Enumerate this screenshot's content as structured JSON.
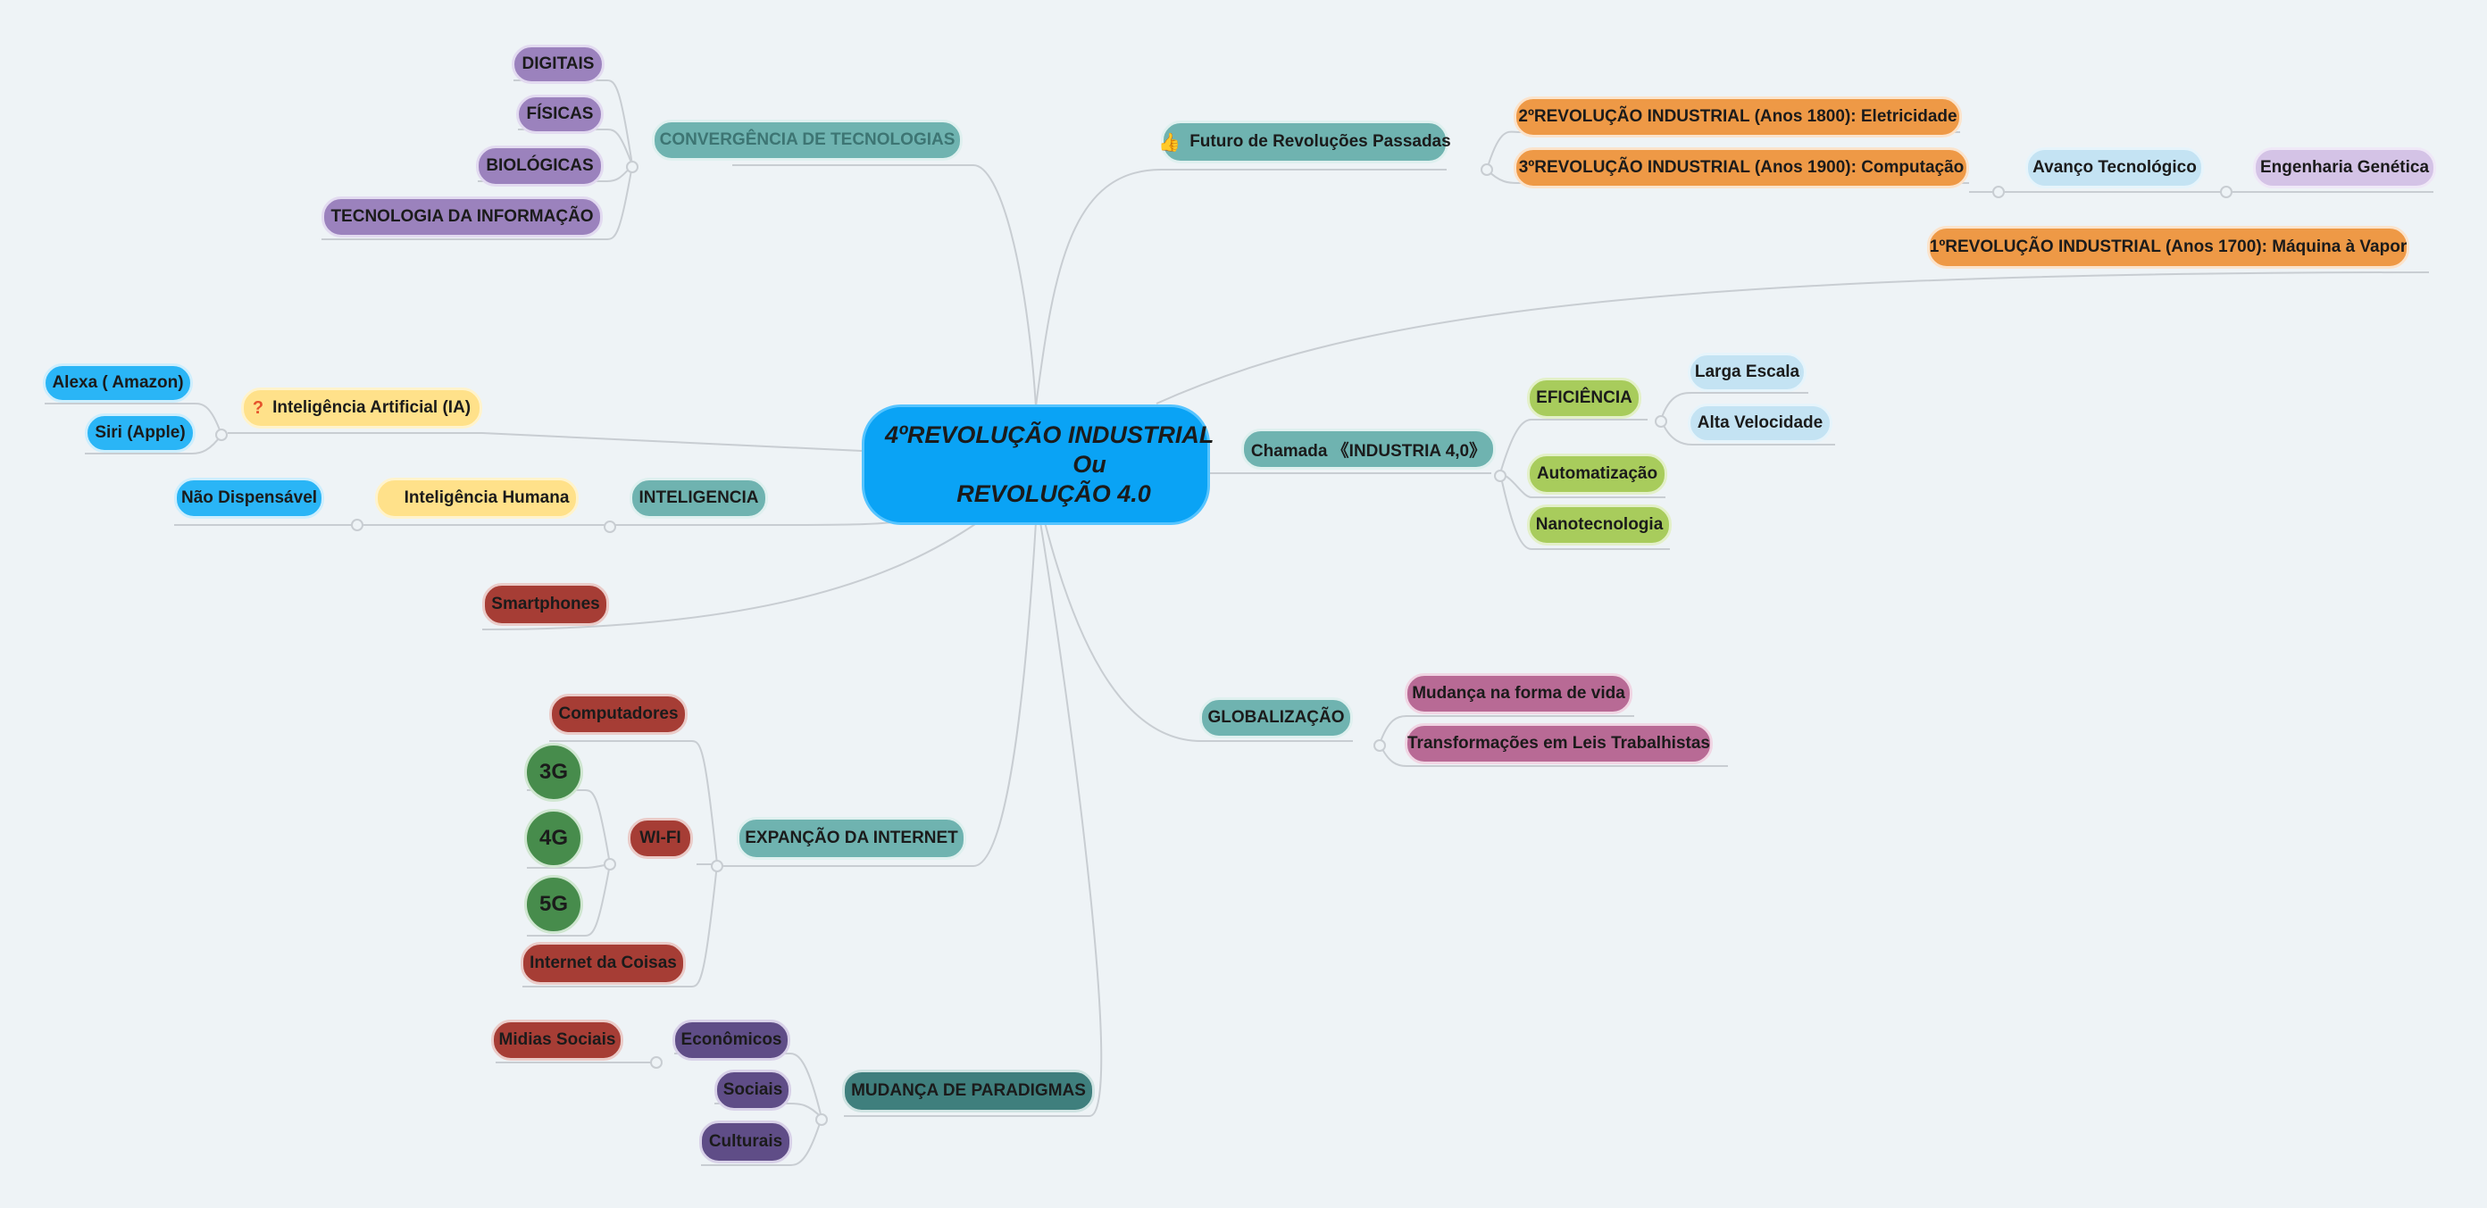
{
  "central": {
    "line1": "4ºREVOLUÇÃO INDUSTRIAL",
    "line2": "Ou",
    "line3": "REVOLUÇÃO 4.0"
  },
  "right": {
    "futuro": {
      "label": "Futuro de Revoluções Passadas",
      "icon": "thumbs-up-icon",
      "second": "2ºREVOLUÇÃO INDUSTRIAL (Anos 1800): Eletricidade",
      "third": "3ºREVOLUÇÃO INDUSTRIAL (Anos 1900): Computação",
      "avanco": "Avanço Tecnológico",
      "engenharia": "Engenharia Genética"
    },
    "first": "1ºREVOLUÇÃO INDUSTRIAL (Anos 1700): Máquina à Vapor",
    "chamada": {
      "label": "Chamada 《INDUSTRIA 4,0》",
      "eficiencia": "EFICIÊNCIA",
      "larga": "Larga Escala",
      "alta": "Alta Velocidade",
      "automatizacao": "Automatização",
      "nanotecnologia": "Nanotecnologia"
    },
    "globalizacao": {
      "label": "GLOBALIZAÇÃO",
      "mudanca_vida": "Mudança na forma de vida",
      "leis": "Transformações em Leis Trabalhistas"
    }
  },
  "left": {
    "convergencia": {
      "label": "CONVERGÊNCIA DE TECNOLOGIAS",
      "digitais": "DIGITAIS",
      "fisicas": "FÍSICAS",
      "biologicas": "BIOLÓGICAS",
      "ti": "TECNOLOGIA DA INFORMAÇÃO"
    },
    "ia": {
      "label": "Inteligência Artificial (IA)",
      "icon": "question-mark-icon",
      "alexa": "Alexa ( Amazon)",
      "siri": "Siri (Apple)"
    },
    "inteligencia": {
      "label": "INTELIGENCIA",
      "humana": "Inteligência Humana",
      "nao_dispensavel": "Não Dispensável"
    },
    "smartphones": "Smartphones",
    "internet": {
      "label": "EXPANÇÃO DA INTERNET",
      "computadores": "Computadores",
      "wifi": "WI-FI",
      "g3": "3G",
      "g4": "4G",
      "g5": "5G",
      "iot": "Internet da Coisas"
    },
    "paradigmas": {
      "label": "MUDANÇA DE PARADIGMAS",
      "economicos": "Econômicos",
      "midias": "Midias Sociais",
      "sociais": "Sociais",
      "culturais": "Culturais"
    }
  },
  "colors": {
    "central": "#0aa3f5",
    "teal": "#6fb3b0",
    "purple": "#9b82bd",
    "orange": "#ee9946",
    "green": "#a8cc5c",
    "red": "#a63d35",
    "pink": "#b86a95",
    "blue": "#2ab5f6",
    "yellow": "#ffe18a",
    "line": "#c8cdd2"
  }
}
